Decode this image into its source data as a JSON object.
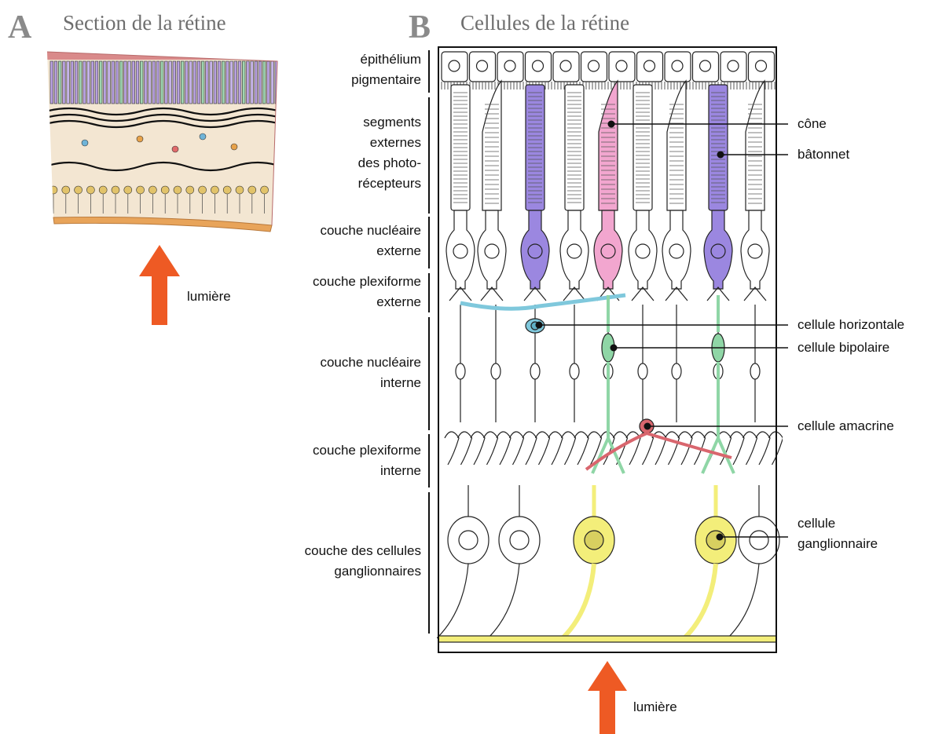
{
  "panel_a": {
    "letter": "A",
    "title": "Section de la rétine",
    "light_label": "lumière"
  },
  "panel_b": {
    "letter": "B",
    "title": "Cellules de la rétine",
    "light_label": "lumière",
    "layers": [
      {
        "id": "epithelium",
        "lines": [
          "épithélium",
          "pigmentaire"
        ]
      },
      {
        "id": "outer-segments",
        "lines": [
          "segments",
          "externes",
          "des photo-",
          "récepteurs"
        ]
      },
      {
        "id": "outer-nuclear",
        "lines": [
          "couche nucléaire",
          "externe"
        ]
      },
      {
        "id": "outer-plexiform",
        "lines": [
          "couche plexiforme",
          "externe"
        ]
      },
      {
        "id": "inner-nuclear",
        "lines": [
          "couche nucléaire",
          "interne"
        ]
      },
      {
        "id": "inner-plexiform",
        "lines": [
          "couche plexiforme",
          "interne"
        ]
      },
      {
        "id": "ganglion-layer",
        "lines": [
          "couche des cellules",
          "ganglionnaires"
        ]
      }
    ],
    "callouts": [
      {
        "id": "cone",
        "lines": [
          "cône"
        ]
      },
      {
        "id": "rod",
        "lines": [
          "bâtonnet"
        ]
      },
      {
        "id": "horizontal",
        "lines": [
          "cellule horizontale"
        ]
      },
      {
        "id": "bipolar",
        "lines": [
          "cellule bipolaire"
        ]
      },
      {
        "id": "amacrine",
        "lines": [
          "cellule amacrine"
        ]
      },
      {
        "id": "ganglion",
        "lines": [
          "cellule",
          "ganglionnaire"
        ]
      }
    ]
  },
  "colors": {
    "rod": "#9b87e0",
    "cone": "#f2a6cf",
    "horizontal": "#7fc8dc",
    "bipolar": "#8fd6a6",
    "amacrine": "#d9666e",
    "ganglion": "#f3ee7a",
    "light_arrow": "#ee5a24",
    "retina_base": "#e8a45a"
  }
}
